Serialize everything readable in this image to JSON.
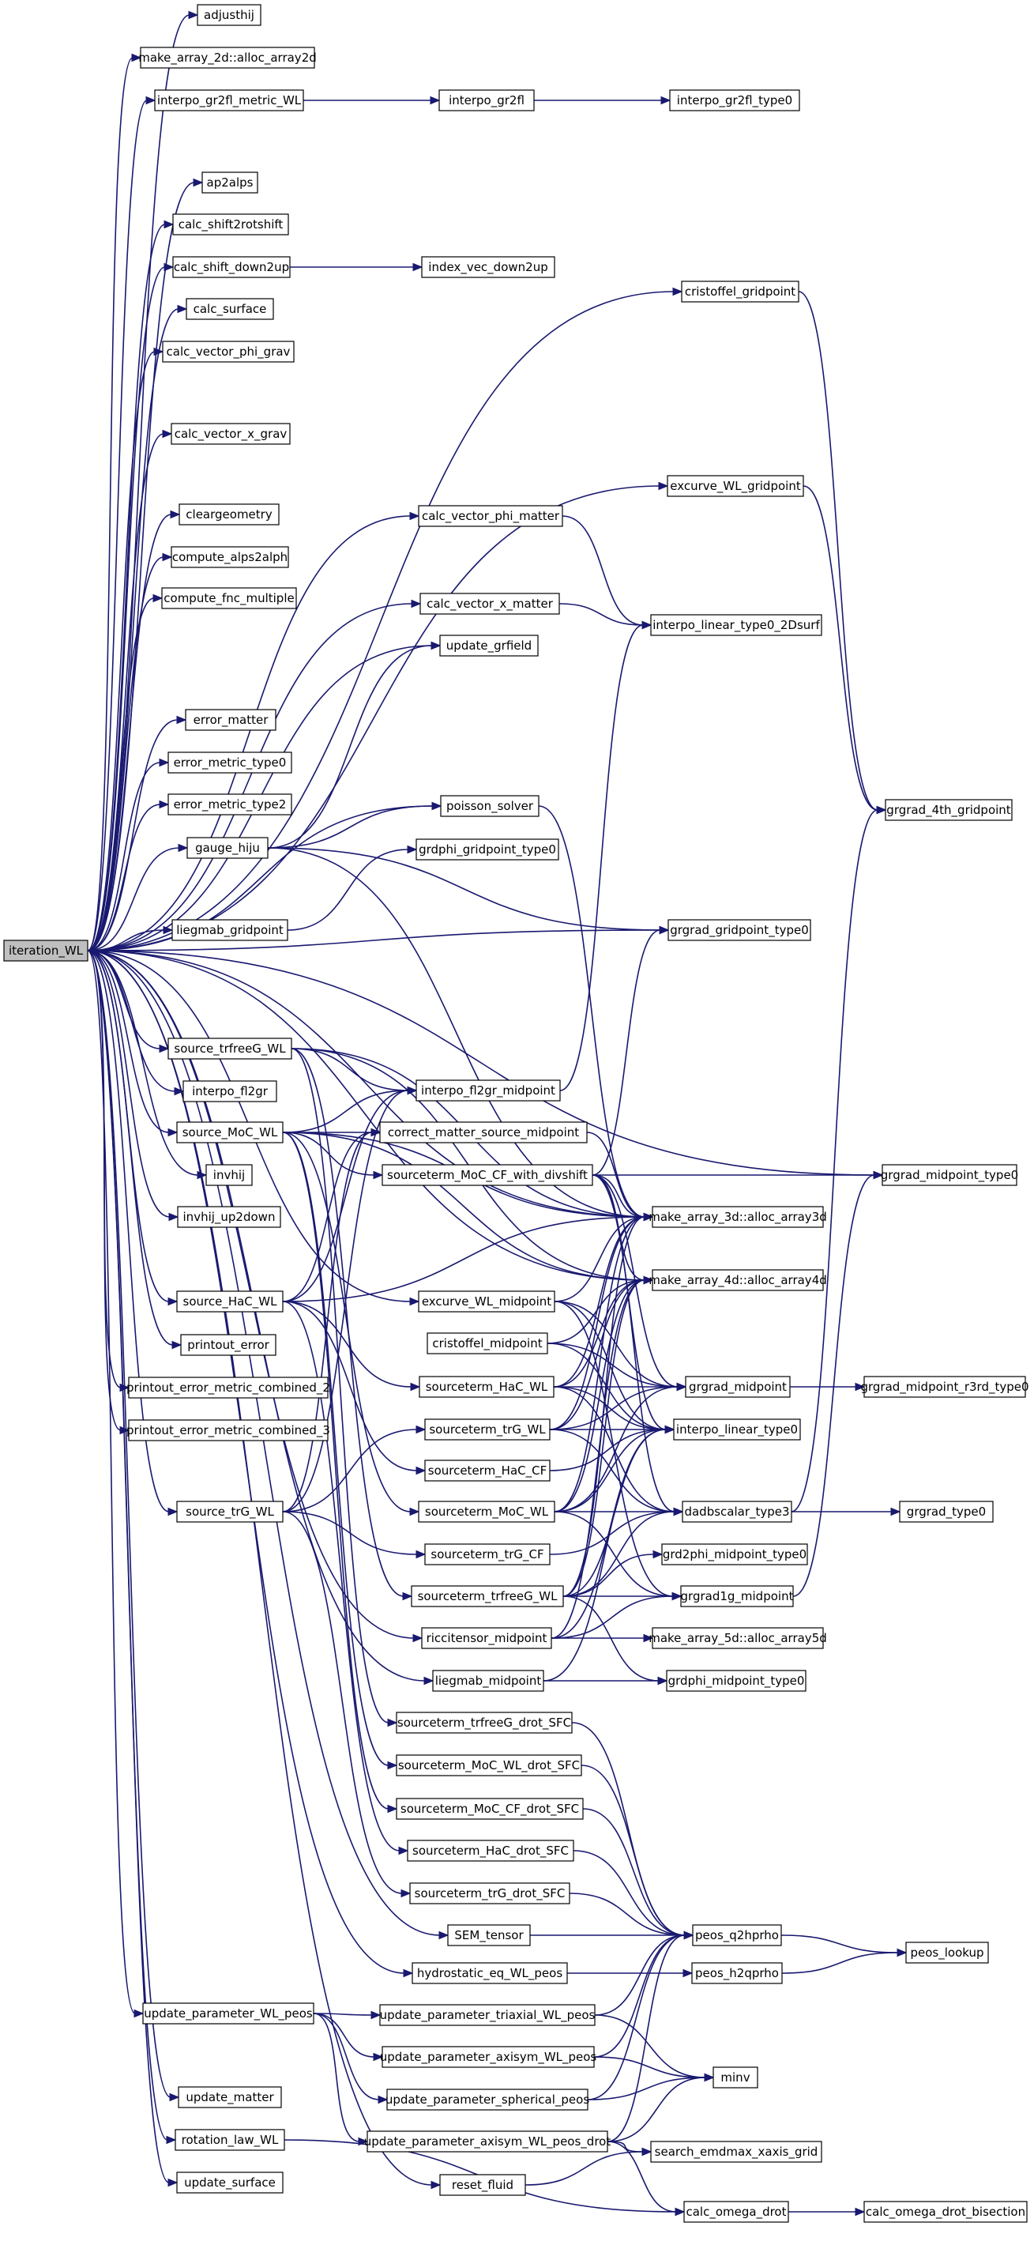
{
  "root": "iteration_WL",
  "nodes": [
    {
      "id": "iteration_WL",
      "label": "iteration_WL",
      "root": true
    },
    {
      "id": "adjusthij",
      "label": "adjusthij"
    },
    {
      "id": "alloc_array2d",
      "label": "make_array_2d::alloc_array2d"
    },
    {
      "id": "interpo_gr2fl_metric_WL",
      "label": "interpo_gr2fl_metric_WL"
    },
    {
      "id": "interpo_gr2fl",
      "label": "interpo_gr2fl"
    },
    {
      "id": "interpo_gr2fl_type0",
      "label": "interpo_gr2fl_type0"
    },
    {
      "id": "ap2alps",
      "label": "ap2alps"
    },
    {
      "id": "calc_shift2rotshift",
      "label": "calc_shift2rotshift"
    },
    {
      "id": "calc_shift_down2up",
      "label": "calc_shift_down2up"
    },
    {
      "id": "index_vec_down2up",
      "label": "index_vec_down2up"
    },
    {
      "id": "calc_surface",
      "label": "calc_surface"
    },
    {
      "id": "cristoffel_gridpoint",
      "label": "cristoffel_gridpoint"
    },
    {
      "id": "calc_vector_phi_grav",
      "label": "calc_vector_phi_grav"
    },
    {
      "id": "calc_vector_x_grav",
      "label": "calc_vector_x_grav"
    },
    {
      "id": "excurve_WL_gridpoint",
      "label": "excurve_WL_gridpoint"
    },
    {
      "id": "cleargeometry",
      "label": "cleargeometry"
    },
    {
      "id": "calc_vector_phi_matter",
      "label": "calc_vector_phi_matter"
    },
    {
      "id": "compute_alps2alph",
      "label": "compute_alps2alph"
    },
    {
      "id": "compute_fnc_multiple",
      "label": "compute_fnc_multiple"
    },
    {
      "id": "calc_vector_x_matter",
      "label": "calc_vector_x_matter"
    },
    {
      "id": "interpo_linear_type0_2Dsurf",
      "label": "interpo_linear_type0_2Dsurf"
    },
    {
      "id": "update_grfield",
      "label": "update_grfield"
    },
    {
      "id": "error_matter",
      "label": "error_matter"
    },
    {
      "id": "error_metric_type0",
      "label": "error_metric_type0"
    },
    {
      "id": "error_metric_type2",
      "label": "error_metric_type2"
    },
    {
      "id": "grgrad_4th_gridpoint",
      "label": "grgrad_4th_gridpoint"
    },
    {
      "id": "gauge_hiju",
      "label": "gauge_hiju"
    },
    {
      "id": "poisson_solver",
      "label": "poisson_solver"
    },
    {
      "id": "grdphi_gridpoint_type0",
      "label": "grdphi_gridpoint_type0"
    },
    {
      "id": "liegmab_gridpoint",
      "label": "liegmab_gridpoint"
    },
    {
      "id": "grgrad_gridpoint_type0",
      "label": "grgrad_gridpoint_type0"
    },
    {
      "id": "source_trfreeG_WL",
      "label": "source_trfreeG_WL"
    },
    {
      "id": "interpo_fl2gr",
      "label": "interpo_fl2gr"
    },
    {
      "id": "interpo_fl2gr_midpoint",
      "label": "interpo_fl2gr_midpoint"
    },
    {
      "id": "source_MoC_WL",
      "label": "source_MoC_WL"
    },
    {
      "id": "correct_matter_source_midpoint",
      "label": "correct_matter_source_midpoint"
    },
    {
      "id": "invhij",
      "label": "invhij"
    },
    {
      "id": "sourceterm_MoC_CF_with_divshift",
      "label": "sourceterm_MoC_CF_with_divshift"
    },
    {
      "id": "grgrad_midpoint_type0",
      "label": "grgrad_midpoint_type0"
    },
    {
      "id": "invhij_up2down",
      "label": "invhij_up2down"
    },
    {
      "id": "alloc_array3d",
      "label": "make_array_3d::alloc_array3d"
    },
    {
      "id": "alloc_array4d",
      "label": "make_array_4d::alloc_array4d"
    },
    {
      "id": "source_HaC_WL",
      "label": "source_HaC_WL"
    },
    {
      "id": "excurve_WL_midpoint",
      "label": "excurve_WL_midpoint"
    },
    {
      "id": "printout_error",
      "label": "printout_error"
    },
    {
      "id": "cristoffel_midpoint",
      "label": "cristoffel_midpoint"
    },
    {
      "id": "printout_error_metric_combined_2",
      "label": "printout_error_metric_combined_2"
    },
    {
      "id": "sourceterm_HaC_WL",
      "label": "sourceterm_HaC_WL"
    },
    {
      "id": "grgrad_midpoint",
      "label": "grgrad_midpoint"
    },
    {
      "id": "grgrad_midpoint_r3rd_type0",
      "label": "grgrad_midpoint_r3rd_type0"
    },
    {
      "id": "printout_error_metric_combined_3",
      "label": "printout_error_metric_combined_3"
    },
    {
      "id": "sourceterm_trG_WL",
      "label": "sourceterm_trG_WL"
    },
    {
      "id": "interpo_linear_type0",
      "label": "interpo_linear_type0"
    },
    {
      "id": "sourceterm_HaC_CF",
      "label": "sourceterm_HaC_CF"
    },
    {
      "id": "source_trG_WL",
      "label": "source_trG_WL"
    },
    {
      "id": "sourceterm_MoC_WL",
      "label": "sourceterm_MoC_WL"
    },
    {
      "id": "dadbscalar_type3",
      "label": "dadbscalar_type3"
    },
    {
      "id": "grgrad_type0",
      "label": "grgrad_type0"
    },
    {
      "id": "sourceterm_trG_CF",
      "label": "sourceterm_trG_CF"
    },
    {
      "id": "grd2phi_midpoint_type0",
      "label": "grd2phi_midpoint_type0"
    },
    {
      "id": "sourceterm_trfreeG_WL",
      "label": "sourceterm_trfreeG_WL"
    },
    {
      "id": "grgrad1g_midpoint",
      "label": "grgrad1g_midpoint"
    },
    {
      "id": "riccitensor_midpoint",
      "label": "riccitensor_midpoint"
    },
    {
      "id": "alloc_array5d",
      "label": "make_array_5d::alloc_array5d"
    },
    {
      "id": "liegmab_midpoint",
      "label": "liegmab_midpoint"
    },
    {
      "id": "grdphi_midpoint_type0",
      "label": "grdphi_midpoint_type0"
    },
    {
      "id": "sourceterm_trfreeG_drot_SFC",
      "label": "sourceterm_trfreeG_drot_SFC"
    },
    {
      "id": "sourceterm_MoC_WL_drot_SFC",
      "label": "sourceterm_MoC_WL_drot_SFC"
    },
    {
      "id": "sourceterm_MoC_CF_drot_SFC",
      "label": "sourceterm_MoC_CF_drot_SFC"
    },
    {
      "id": "sourceterm_HaC_drot_SFC",
      "label": "sourceterm_HaC_drot_SFC"
    },
    {
      "id": "sourceterm_trG_drot_SFC",
      "label": "sourceterm_trG_drot_SFC"
    },
    {
      "id": "SEM_tensor",
      "label": "SEM_tensor"
    },
    {
      "id": "peos_q2hprho",
      "label": "peos_q2hprho"
    },
    {
      "id": "peos_lookup",
      "label": "peos_lookup"
    },
    {
      "id": "hydrostatic_eq_WL_peos",
      "label": "hydrostatic_eq_WL_peos"
    },
    {
      "id": "peos_h2qprho",
      "label": "peos_h2qprho"
    },
    {
      "id": "update_parameter_WL_peos",
      "label": "update_parameter_WL_peos"
    },
    {
      "id": "update_parameter_triaxial_WL_peos",
      "label": "update_parameter_triaxial_WL_peos"
    },
    {
      "id": "update_parameter_axisym_WL_peos",
      "label": "update_parameter_axisym_WL_peos"
    },
    {
      "id": "minv",
      "label": "minv"
    },
    {
      "id": "update_matter",
      "label": "update_matter"
    },
    {
      "id": "update_parameter_spherical_peos",
      "label": "update_parameter_spherical_peos"
    },
    {
      "id": "rotation_law_WL",
      "label": "rotation_law_WL"
    },
    {
      "id": "update_parameter_axisym_WL_peos_drot",
      "label": "update_parameter_axisym_WL_peos_drot"
    },
    {
      "id": "search_emdmax_xaxis_grid",
      "label": "search_emdmax_xaxis_grid"
    },
    {
      "id": "update_surface",
      "label": "update_surface"
    },
    {
      "id": "reset_fluid",
      "label": "reset_fluid"
    },
    {
      "id": "calc_omega_drot",
      "label": "calc_omega_drot"
    },
    {
      "id": "calc_omega_drot_bisection",
      "label": "calc_omega_drot_bisection"
    }
  ],
  "edges": [
    [
      "iteration_WL",
      "adjusthij"
    ],
    [
      "iteration_WL",
      "alloc_array2d"
    ],
    [
      "iteration_WL",
      "interpo_gr2fl_metric_WL"
    ],
    [
      "iteration_WL",
      "cristoffel_gridpoint"
    ],
    [
      "iteration_WL",
      "ap2alps"
    ],
    [
      "iteration_WL",
      "calc_shift2rotshift"
    ],
    [
      "iteration_WL",
      "calc_shift_down2up"
    ],
    [
      "iteration_WL",
      "calc_surface"
    ],
    [
      "iteration_WL",
      "calc_vector_phi_grav"
    ],
    [
      "iteration_WL",
      "calc_vector_x_grav"
    ],
    [
      "iteration_WL",
      "excurve_WL_gridpoint"
    ],
    [
      "iteration_WL",
      "cleargeometry"
    ],
    [
      "iteration_WL",
      "calc_vector_phi_matter"
    ],
    [
      "iteration_WL",
      "compute_alps2alph"
    ],
    [
      "iteration_WL",
      "compute_fnc_multiple"
    ],
    [
      "iteration_WL",
      "calc_vector_x_matter"
    ],
    [
      "iteration_WL",
      "update_grfield"
    ],
    [
      "iteration_WL",
      "error_matter"
    ],
    [
      "iteration_WL",
      "error_metric_type0"
    ],
    [
      "iteration_WL",
      "error_metric_type2"
    ],
    [
      "iteration_WL",
      "gauge_hiju"
    ],
    [
      "iteration_WL",
      "poisson_solver"
    ],
    [
      "iteration_WL",
      "grgrad_midpoint_type0"
    ],
    [
      "iteration_WL",
      "grgrad_gridpoint_type0"
    ],
    [
      "iteration_WL",
      "liegmab_gridpoint"
    ],
    [
      "iteration_WL",
      "alloc_array3d"
    ],
    [
      "iteration_WL",
      "alloc_array4d"
    ],
    [
      "iteration_WL",
      "source_trfreeG_WL"
    ],
    [
      "iteration_WL",
      "interpo_fl2gr"
    ],
    [
      "iteration_WL",
      "source_MoC_WL"
    ],
    [
      "iteration_WL",
      "invhij"
    ],
    [
      "iteration_WL",
      "invhij_up2down"
    ],
    [
      "iteration_WL",
      "source_HaC_WL"
    ],
    [
      "iteration_WL",
      "excurve_WL_midpoint"
    ],
    [
      "iteration_WL",
      "printout_error"
    ],
    [
      "iteration_WL",
      "printout_error_metric_combined_2"
    ],
    [
      "iteration_WL",
      "printout_error_metric_combined_3"
    ],
    [
      "iteration_WL",
      "source_trG_WL"
    ],
    [
      "iteration_WL",
      "riccitensor_midpoint"
    ],
    [
      "iteration_WL",
      "liegmab_midpoint"
    ],
    [
      "iteration_WL",
      "SEM_tensor"
    ],
    [
      "iteration_WL",
      "hydrostatic_eq_WL_peos"
    ],
    [
      "iteration_WL",
      "update_parameter_WL_peos"
    ],
    [
      "iteration_WL",
      "update_matter"
    ],
    [
      "iteration_WL",
      "rotation_law_WL"
    ],
    [
      "iteration_WL",
      "update_surface"
    ],
    [
      "iteration_WL",
      "reset_fluid"
    ],
    [
      "interpo_gr2fl_metric_WL",
      "interpo_gr2fl"
    ],
    [
      "interpo_gr2fl",
      "interpo_gr2fl_type0"
    ],
    [
      "calc_shift_down2up",
      "index_vec_down2up"
    ],
    [
      "cristoffel_gridpoint",
      "grgrad_4th_gridpoint"
    ],
    [
      "excurve_WL_gridpoint",
      "grgrad_4th_gridpoint"
    ],
    [
      "calc_vector_phi_matter",
      "interpo_linear_type0_2Dsurf"
    ],
    [
      "calc_vector_x_matter",
      "interpo_linear_type0_2Dsurf"
    ],
    [
      "gauge_hiju",
      "update_grfield"
    ],
    [
      "gauge_hiju",
      "poisson_solver"
    ],
    [
      "gauge_hiju",
      "grgrad_gridpoint_type0"
    ],
    [
      "gauge_hiju",
      "alloc_array3d"
    ],
    [
      "poisson_solver",
      "alloc_array3d"
    ],
    [
      "liegmab_gridpoint",
      "grdphi_gridpoint_type0"
    ],
    [
      "source_trfreeG_WL",
      "interpo_fl2gr_midpoint"
    ],
    [
      "source_trfreeG_WL",
      "alloc_array3d"
    ],
    [
      "source_trfreeG_WL",
      "alloc_array4d"
    ],
    [
      "source_trfreeG_WL",
      "sourceterm_trfreeG_WL"
    ],
    [
      "source_trfreeG_WL",
      "sourceterm_trfreeG_drot_SFC"
    ],
    [
      "interpo_fl2gr_midpoint",
      "interpo_linear_type0_2Dsurf"
    ],
    [
      "source_MoC_WL",
      "interpo_fl2gr_midpoint"
    ],
    [
      "source_MoC_WL",
      "correct_matter_source_midpoint"
    ],
    [
      "source_MoC_WL",
      "sourceterm_MoC_CF_with_divshift"
    ],
    [
      "source_MoC_WL",
      "alloc_array3d"
    ],
    [
      "source_MoC_WL",
      "alloc_array4d"
    ],
    [
      "source_MoC_WL",
      "sourceterm_MoC_WL"
    ],
    [
      "source_MoC_WL",
      "sourceterm_MoC_WL_drot_SFC"
    ],
    [
      "source_MoC_WL",
      "sourceterm_MoC_CF_drot_SFC"
    ],
    [
      "correct_matter_source_midpoint",
      "alloc_array3d"
    ],
    [
      "sourceterm_MoC_CF_with_divshift",
      "grgrad_midpoint_type0"
    ],
    [
      "sourceterm_MoC_CF_with_divshift",
      "grgrad_gridpoint_type0"
    ],
    [
      "sourceterm_MoC_CF_with_divshift",
      "alloc_array3d"
    ],
    [
      "sourceterm_MoC_CF_with_divshift",
      "alloc_array4d"
    ],
    [
      "sourceterm_MoC_CF_with_divshift",
      "grgrad_midpoint"
    ],
    [
      "sourceterm_MoC_CF_with_divshift",
      "interpo_linear_type0"
    ],
    [
      "sourceterm_MoC_CF_with_divshift",
      "dadbscalar_type3"
    ],
    [
      "source_HaC_WL",
      "interpo_fl2gr_midpoint"
    ],
    [
      "source_HaC_WL",
      "correct_matter_source_midpoint"
    ],
    [
      "source_HaC_WL",
      "alloc_array3d"
    ],
    [
      "source_HaC_WL",
      "sourceterm_HaC_WL"
    ],
    [
      "source_HaC_WL",
      "sourceterm_HaC_CF"
    ],
    [
      "source_HaC_WL",
      "sourceterm_HaC_drot_SFC"
    ],
    [
      "excurve_WL_midpoint",
      "alloc_array3d"
    ],
    [
      "excurve_WL_midpoint",
      "grgrad_midpoint"
    ],
    [
      "excurve_WL_midpoint",
      "interpo_linear_type0"
    ],
    [
      "excurve_WL_midpoint",
      "grgrad1g_midpoint"
    ],
    [
      "cristoffel_midpoint",
      "alloc_array4d"
    ],
    [
      "cristoffel_midpoint",
      "grgrad_midpoint"
    ],
    [
      "cristoffel_midpoint",
      "interpo_linear_type0"
    ],
    [
      "sourceterm_HaC_WL",
      "alloc_array3d"
    ],
    [
      "sourceterm_HaC_WL",
      "alloc_array4d"
    ],
    [
      "sourceterm_HaC_WL",
      "grgrad_midpoint"
    ],
    [
      "sourceterm_HaC_WL",
      "interpo_linear_type0"
    ],
    [
      "sourceterm_HaC_WL",
      "dadbscalar_type3"
    ],
    [
      "grgrad_midpoint",
      "grgrad_midpoint_r3rd_type0"
    ],
    [
      "sourceterm_trG_WL",
      "alloc_array3d"
    ],
    [
      "sourceterm_trG_WL",
      "alloc_array4d"
    ],
    [
      "sourceterm_trG_WL",
      "grgrad_midpoint"
    ],
    [
      "sourceterm_trG_WL",
      "interpo_linear_type0"
    ],
    [
      "sourceterm_trG_WL",
      "dadbscalar_type3"
    ],
    [
      "sourceterm_HaC_CF",
      "interpo_linear_type0"
    ],
    [
      "source_trG_WL",
      "interpo_fl2gr_midpoint"
    ],
    [
      "source_trG_WL",
      "correct_matter_source_midpoint"
    ],
    [
      "source_trG_WL",
      "sourceterm_trG_WL"
    ],
    [
      "source_trG_WL",
      "sourceterm_trG_CF"
    ],
    [
      "source_trG_WL",
      "sourceterm_trG_drot_SFC"
    ],
    [
      "sourceterm_MoC_WL",
      "alloc_array3d"
    ],
    [
      "sourceterm_MoC_WL",
      "alloc_array4d"
    ],
    [
      "sourceterm_MoC_WL",
      "grgrad_midpoint"
    ],
    [
      "sourceterm_MoC_WL",
      "interpo_linear_type0"
    ],
    [
      "sourceterm_MoC_WL",
      "dadbscalar_type3"
    ],
    [
      "sourceterm_MoC_WL",
      "grgrad1g_midpoint"
    ],
    [
      "dadbscalar_type3",
      "grgrad_type0"
    ],
    [
      "dadbscalar_type3",
      "grgrad_4th_gridpoint"
    ],
    [
      "sourceterm_trG_CF",
      "dadbscalar_type3"
    ],
    [
      "sourceterm_trfreeG_WL",
      "alloc_array3d"
    ],
    [
      "sourceterm_trfreeG_WL",
      "alloc_array4d"
    ],
    [
      "sourceterm_trfreeG_WL",
      "interpo_linear_type0"
    ],
    [
      "sourceterm_trfreeG_WL",
      "dadbscalar_type3"
    ],
    [
      "sourceterm_trfreeG_WL",
      "grd2phi_midpoint_type0"
    ],
    [
      "sourceterm_trfreeG_WL",
      "grgrad1g_midpoint"
    ],
    [
      "sourceterm_trfreeG_WL",
      "grdphi_midpoint_type0"
    ],
    [
      "grgrad1g_midpoint",
      "grgrad_midpoint_type0"
    ],
    [
      "riccitensor_midpoint",
      "alloc_array4d"
    ],
    [
      "riccitensor_midpoint",
      "interpo_linear_type0"
    ],
    [
      "riccitensor_midpoint",
      "alloc_array5d"
    ],
    [
      "riccitensor_midpoint",
      "grgrad1g_midpoint"
    ],
    [
      "liegmab_midpoint",
      "grdphi_midpoint_type0"
    ],
    [
      "liegmab_midpoint",
      "interpo_linear_type0"
    ],
    [
      "sourceterm_trfreeG_drot_SFC",
      "peos_q2hprho"
    ],
    [
      "sourceterm_MoC_WL_drot_SFC",
      "peos_q2hprho"
    ],
    [
      "sourceterm_MoC_CF_drot_SFC",
      "peos_q2hprho"
    ],
    [
      "sourceterm_HaC_drot_SFC",
      "peos_q2hprho"
    ],
    [
      "sourceterm_trG_drot_SFC",
      "peos_q2hprho"
    ],
    [
      "SEM_tensor",
      "peos_q2hprho"
    ],
    [
      "peos_q2hprho",
      "peos_lookup"
    ],
    [
      "hydrostatic_eq_WL_peos",
      "peos_h2qprho"
    ],
    [
      "peos_h2qprho",
      "peos_lookup"
    ],
    [
      "update_parameter_WL_peos",
      "update_parameter_triaxial_WL_peos"
    ],
    [
      "update_parameter_WL_peos",
      "update_parameter_axisym_WL_peos"
    ],
    [
      "update_parameter_WL_peos",
      "update_parameter_spherical_peos"
    ],
    [
      "update_parameter_WL_peos",
      "update_parameter_axisym_WL_peos_drot"
    ],
    [
      "update_parameter_triaxial_WL_peos",
      "peos_q2hprho"
    ],
    [
      "update_parameter_triaxial_WL_peos",
      "minv"
    ],
    [
      "update_parameter_axisym_WL_peos",
      "peos_q2hprho"
    ],
    [
      "update_parameter_axisym_WL_peos",
      "minv"
    ],
    [
      "update_parameter_spherical_peos",
      "peos_q2hprho"
    ],
    [
      "update_parameter_spherical_peos",
      "minv"
    ],
    [
      "update_parameter_axisym_WL_peos_drot",
      "peos_q2hprho"
    ],
    [
      "update_parameter_axisym_WL_peos_drot",
      "minv"
    ],
    [
      "update_parameter_axisym_WL_peos_drot",
      "search_emdmax_xaxis_grid"
    ],
    [
      "update_parameter_axisym_WL_peos_drot",
      "calc_omega_drot"
    ],
    [
      "rotation_law_WL",
      "calc_omega_drot"
    ],
    [
      "reset_fluid",
      "search_emdmax_xaxis_grid"
    ],
    [
      "calc_omega_drot",
      "calc_omega_drot_bisection"
    ]
  ]
}
